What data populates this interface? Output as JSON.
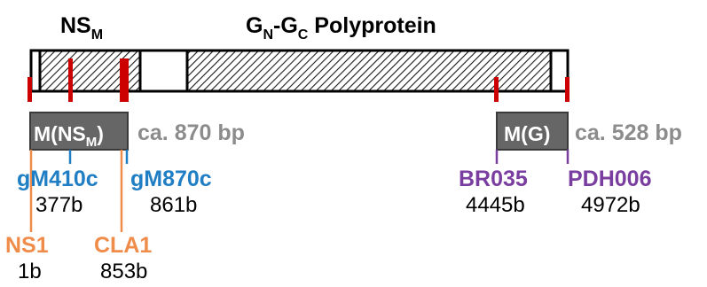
{
  "titles": {
    "nsm_main": "NS",
    "nsm_sub": "M",
    "gn": "G",
    "gn_sub": "N",
    "dash": "-G",
    "gc_sub": "C",
    "poly_rest": " Polyprotein"
  },
  "amplicons": {
    "nsm": {
      "label_main": "M(NS",
      "label_sub": "M",
      "label_close": ")",
      "size": "ca. 870 bp"
    },
    "g": {
      "label": "M(G)",
      "size": "ca. 528 bp"
    }
  },
  "primers": [
    {
      "name": "gM410c",
      "pos": "377b",
      "group": "blue"
    },
    {
      "name": "gM870c",
      "pos": "861b",
      "group": "blue"
    },
    {
      "name": "NS1",
      "pos": "1b",
      "group": "orange"
    },
    {
      "name": "CLA1",
      "pos": "853b",
      "group": "orange"
    },
    {
      "name": "BR035",
      "pos": "4445b",
      "group": "purple"
    },
    {
      "name": "PDH006",
      "pos": "4972b",
      "group": "purple"
    }
  ],
  "colors": {
    "blue": "#1f7ec4",
    "orange": "#f08c4a",
    "purple": "#7a3ea0",
    "gray": "#8c8c8c",
    "box_gray": "#666666",
    "red": "#cc0000",
    "black": "#000000"
  }
}
